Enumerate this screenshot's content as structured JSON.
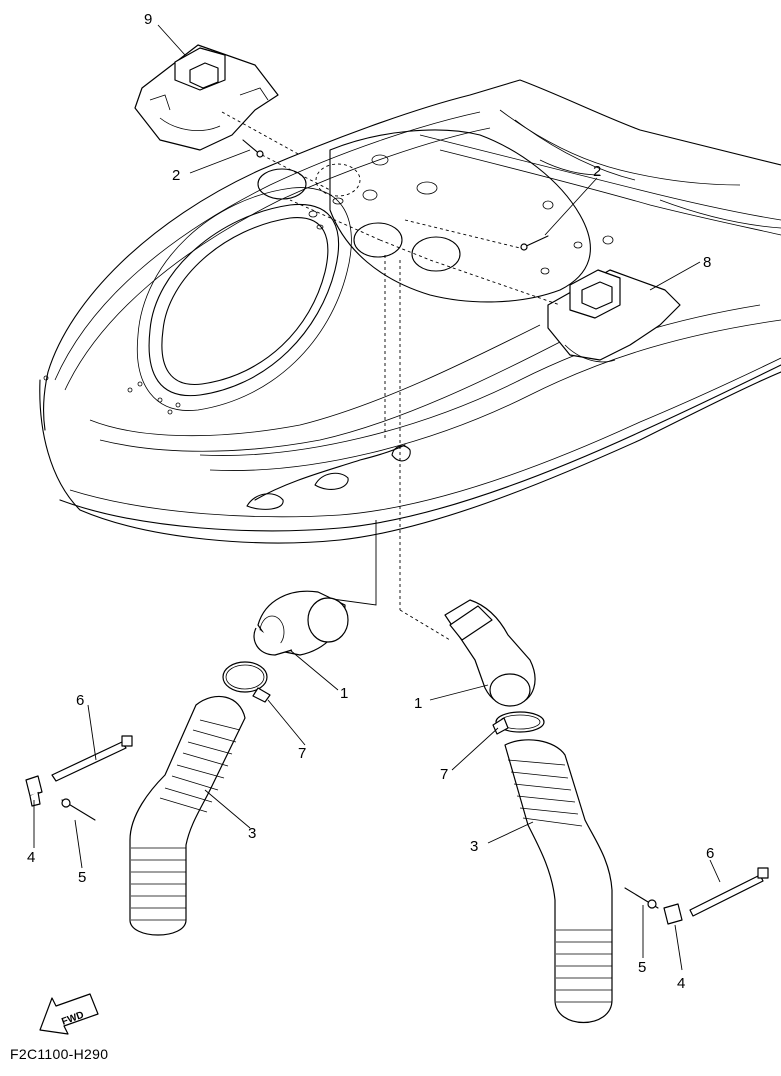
{
  "diagram_code": "F2C1100-H290",
  "fwd_label": "FWD",
  "callouts": {
    "c9": "9",
    "c2a": "2",
    "c2b": "2",
    "c8": "8",
    "c1a": "1",
    "c1b": "1",
    "c7a": "7",
    "c7b": "7",
    "c6a": "6",
    "c6b": "6",
    "c4a": "4",
    "c4b": "4",
    "c5a": "5",
    "c5b": "5",
    "c3a": "3",
    "c3b": "3"
  }
}
